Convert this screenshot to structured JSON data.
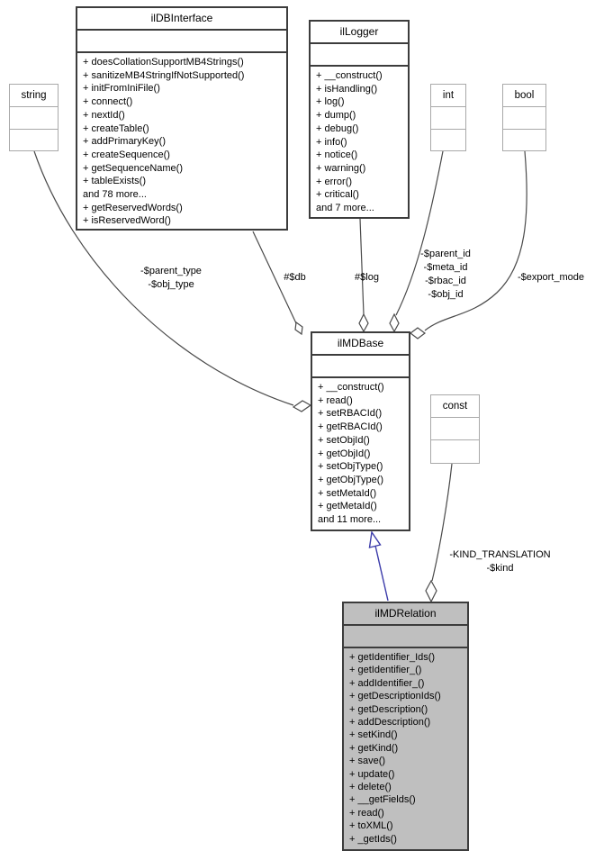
{
  "colors": {
    "background": "#ffffff",
    "class_border": "#3c3c3c",
    "type_border": "#a9a9a9",
    "edge": "#4a4a4a",
    "inheritance": "#3c3caa",
    "highlight_fill": "#bfbfbf",
    "text": "#000000"
  },
  "classes": {
    "ildbinterface": {
      "title": "ilDBInterface",
      "members": [
        "+ doesCollationSupportMB4Strings()",
        "+ sanitizeMB4StringIfNotSupported()",
        "+ initFromIniFile()",
        "+ connect()",
        "+ nextId()",
        "+ createTable()",
        "+ addPrimaryKey()",
        "+ createSequence()",
        "+ getSequenceName()",
        "+ tableExists()",
        "and 78 more...",
        "+ getReservedWords()",
        "+ isReservedWord()"
      ]
    },
    "illogger": {
      "title": "ilLogger",
      "members": [
        "+ __construct()",
        "+ isHandling()",
        "+ log()",
        "+ dump()",
        "+ debug()",
        "+ info()",
        "+ notice()",
        "+ warning()",
        "+ error()",
        "+ critical()",
        "and 7 more..."
      ]
    },
    "string": {
      "title": "string"
    },
    "int": {
      "title": "int"
    },
    "bool": {
      "title": "bool"
    },
    "const": {
      "title": "const"
    },
    "ilmdbase": {
      "title": "ilMDBase",
      "members": [
        "+ __construct()",
        "+ read()",
        "+ setRBACId()",
        "+ getRBACId()",
        "+ setObjId()",
        "+ getObjId()",
        "+ setObjType()",
        "+ getObjType()",
        "+ setMetaId()",
        "+ getMetaId()",
        "and 11 more..."
      ]
    },
    "ilmdrelation": {
      "title": "ilMDRelation",
      "members": [
        "+ getIdentifier_Ids()",
        "+ getIdentifier_()",
        "+ addIdentifier_()",
        "+ getDescriptionIds()",
        "+ getDescription()",
        "+ addDescription()",
        "+ setKind()",
        "+ getKind()",
        "+ save()",
        "+ update()",
        "+ delete()",
        "+ __getFields()",
        "+ read()",
        "+ toXML()",
        "+ _getIds()"
      ]
    }
  },
  "edge_labels": {
    "obj_type": {
      "lines": [
        "-$parent_type",
        "-$obj_type"
      ]
    },
    "db": {
      "lines": [
        "#$db"
      ]
    },
    "log": {
      "lines": [
        "#$log"
      ]
    },
    "ids": {
      "lines": [
        "-$parent_id",
        "-$meta_id",
        "-$rbac_id",
        "-$obj_id"
      ]
    },
    "export_mode": {
      "lines": [
        "-$export_mode"
      ]
    },
    "kind": {
      "lines": [
        "-KIND_TRANSLATION",
        "-$kind"
      ]
    }
  }
}
